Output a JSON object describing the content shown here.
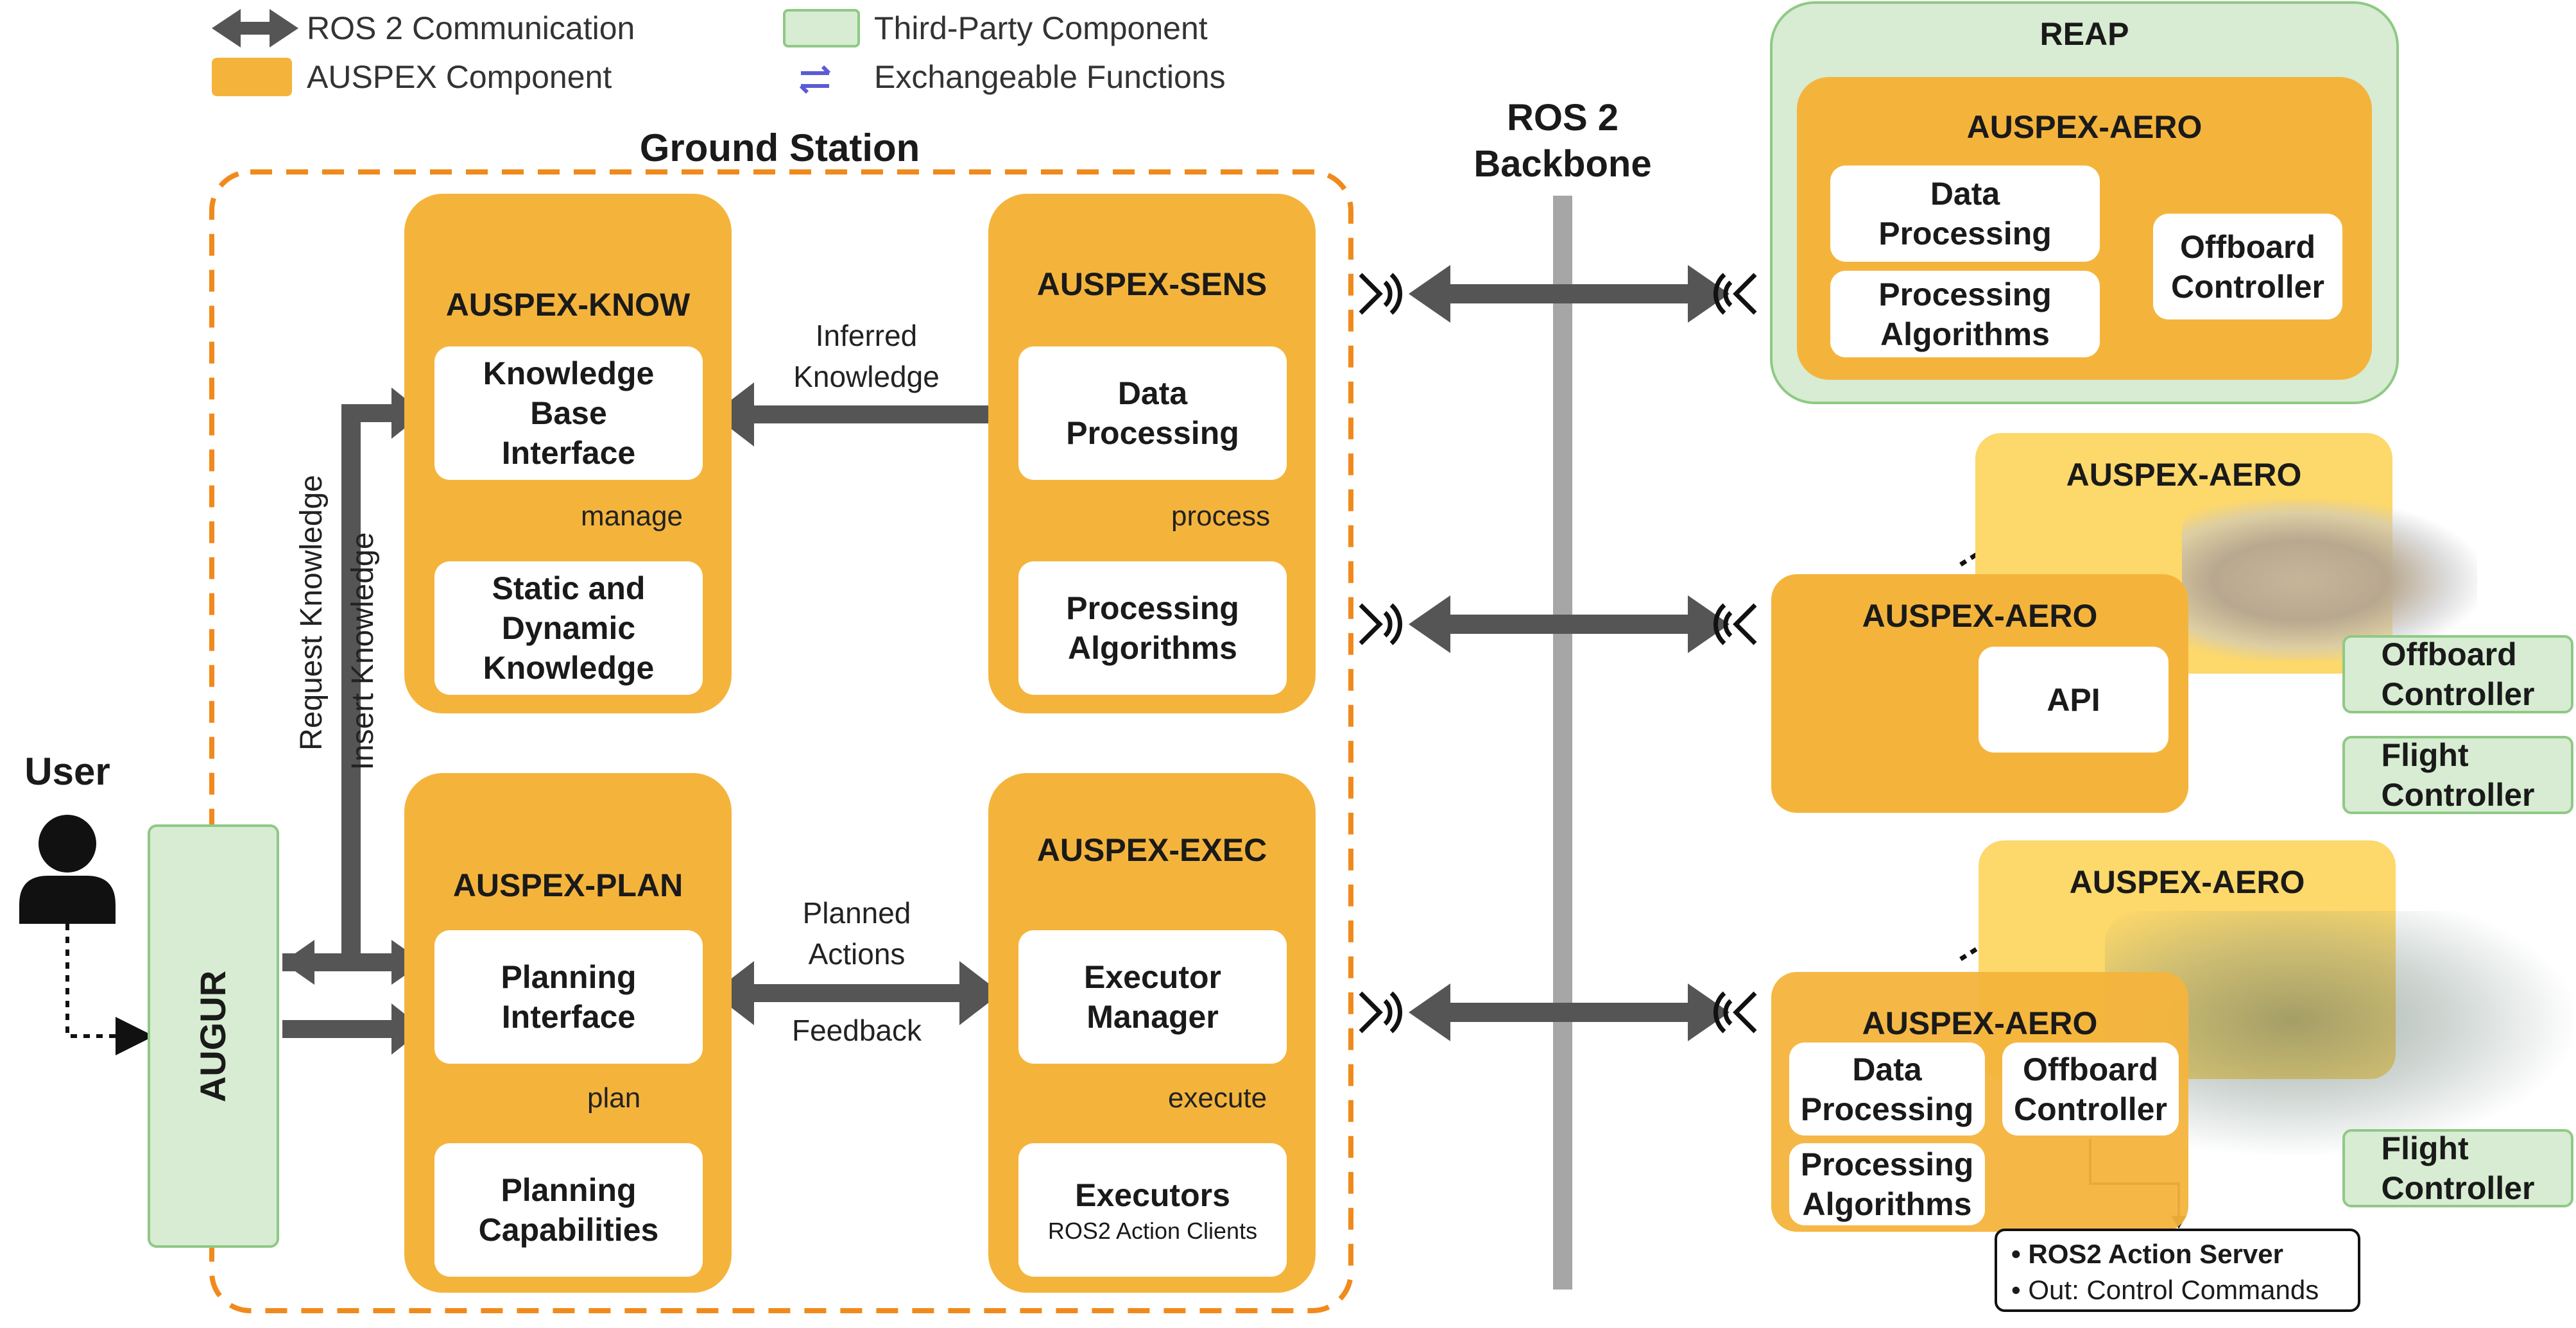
{
  "legend": {
    "ros_comm": "ROS 2 Communication",
    "auspex_component": "AUSPEX Component",
    "third_party": "Third-Party Component",
    "exchangeable": "Exchangeable Functions"
  },
  "colors": {
    "auspex_orange": "#f4b43c",
    "aero_yellow": "#fdd86a",
    "third_party_green": "#d7ecd2",
    "green_border": "#8fc985",
    "arrow_gray": "#555555",
    "backbone_gray": "#a6a6a6",
    "ground_station_border": "#f08a1c",
    "exchange_icon": "#5b5bd6"
  },
  "ground_station": {
    "title": "Ground Station",
    "user": "User",
    "augur": "AUGUR",
    "request_knowledge": "Request Knowledge",
    "insert_knowledge": "Insert Knowledge",
    "know": {
      "title": "AUSPEX-KNOW",
      "kb_interface": "Knowledge\nBase\nInterface",
      "static_dynamic": "Static and\nDynamic\nKnowledge",
      "manage": "manage"
    },
    "sens": {
      "title": "AUSPEX-SENS",
      "data_processing": "Data\nProcessing",
      "processing_algorithms": "Processing\nAlgorithms",
      "process": "process"
    },
    "plan": {
      "title": "AUSPEX-PLAN",
      "planning_interface": "Planning\nInterface",
      "planning_capabilities": "Planning\nCapabilities",
      "plan": "plan"
    },
    "exec": {
      "title": "AUSPEX-EXEC",
      "executor_manager": "Executor\nManager",
      "executors": "Executors",
      "action_clients": "ROS2 Action Clients",
      "execute": "execute"
    },
    "inferred_knowledge": "Inferred\nKnowledge",
    "planned_actions": "Planned\nActions",
    "feedback": "Feedback"
  },
  "backbone": {
    "title": "ROS 2\nBackbone"
  },
  "reap": {
    "title": "REAP",
    "aero_title": "AUSPEX-AERO",
    "data_processing": "Data\nProcessing",
    "processing_algorithms": "Processing\nAlgorithms",
    "offboard_controller": "Offboard\nController"
  },
  "drone1": {
    "back_title": "AUSPEX-AERO",
    "front_title": "AUSPEX-AERO",
    "api": "API",
    "offboard_controller": "Offboard\nController",
    "flight_controller": "Flight\nController"
  },
  "drone2": {
    "back_title": "AUSPEX-AERO",
    "front_title": "AUSPEX-AERO",
    "data_processing": "Data\nProcessing",
    "processing_algorithms": "Processing\nAlgorithms",
    "offboard_controller": "Offboard\nController",
    "flight_controller": "Flight\nController",
    "action_server": "ROS2 Action Server",
    "control_commands": "Out: Control Commands"
  }
}
